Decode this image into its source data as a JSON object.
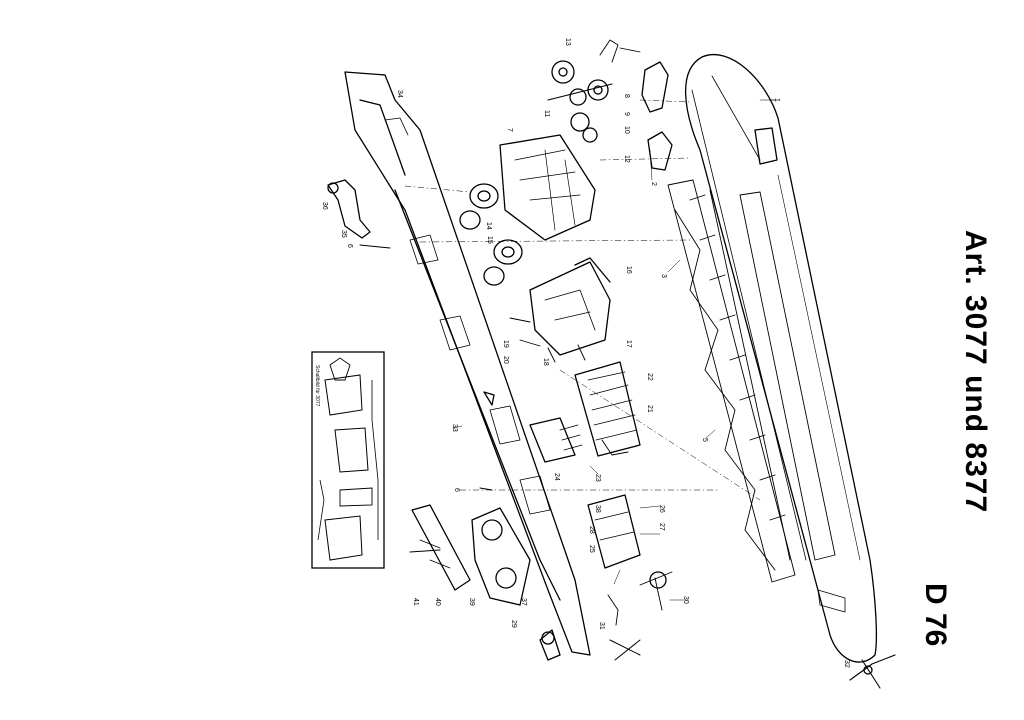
{
  "title": {
    "article": "Art. 3077 und 8377",
    "sheet": "D 76"
  },
  "inset": {
    "label": "Schaltbild für 3077"
  },
  "part_numbers": [
    {
      "id": "p1",
      "text": "1"
    },
    {
      "id": "p2",
      "text": "2"
    },
    {
      "id": "p3",
      "text": "3"
    },
    {
      "id": "p5",
      "text": "5"
    },
    {
      "id": "p6a",
      "text": "6"
    },
    {
      "id": "p6b",
      "text": "6"
    },
    {
      "id": "p7",
      "text": "7"
    },
    {
      "id": "p8",
      "text": "8"
    },
    {
      "id": "p9",
      "text": "9"
    },
    {
      "id": "p10",
      "text": "10"
    },
    {
      "id": "p11",
      "text": "11"
    },
    {
      "id": "p12",
      "text": "12"
    },
    {
      "id": "p13",
      "text": "13"
    },
    {
      "id": "p14",
      "text": "14"
    },
    {
      "id": "p15",
      "text": "15"
    },
    {
      "id": "p16",
      "text": "16"
    },
    {
      "id": "p17",
      "text": "17"
    },
    {
      "id": "p18",
      "text": "18"
    },
    {
      "id": "p19",
      "text": "19"
    },
    {
      "id": "p20",
      "text": "20"
    },
    {
      "id": "p21",
      "text": "21"
    },
    {
      "id": "p22",
      "text": "22"
    },
    {
      "id": "p23",
      "text": "23"
    },
    {
      "id": "p24",
      "text": "24"
    },
    {
      "id": "p25",
      "text": "25"
    },
    {
      "id": "p26",
      "text": "26"
    },
    {
      "id": "p27",
      "text": "27"
    },
    {
      "id": "p28",
      "text": "28"
    },
    {
      "id": "p29",
      "text": "29"
    },
    {
      "id": "p30",
      "text": "30"
    },
    {
      "id": "p31",
      "text": "31"
    },
    {
      "id": "p32",
      "text": "32"
    },
    {
      "id": "p33",
      "text": "33"
    },
    {
      "id": "p34",
      "text": "34"
    },
    {
      "id": "p35",
      "text": "35"
    },
    {
      "id": "p36",
      "text": "36"
    },
    {
      "id": "p37",
      "text": "37"
    },
    {
      "id": "p38",
      "text": "38"
    },
    {
      "id": "p39",
      "text": "39"
    },
    {
      "id": "p40",
      "text": "40"
    },
    {
      "id": "p41",
      "text": "41"
    }
  ],
  "colors": {
    "ink": "#000000",
    "paper": "#ffffff"
  }
}
